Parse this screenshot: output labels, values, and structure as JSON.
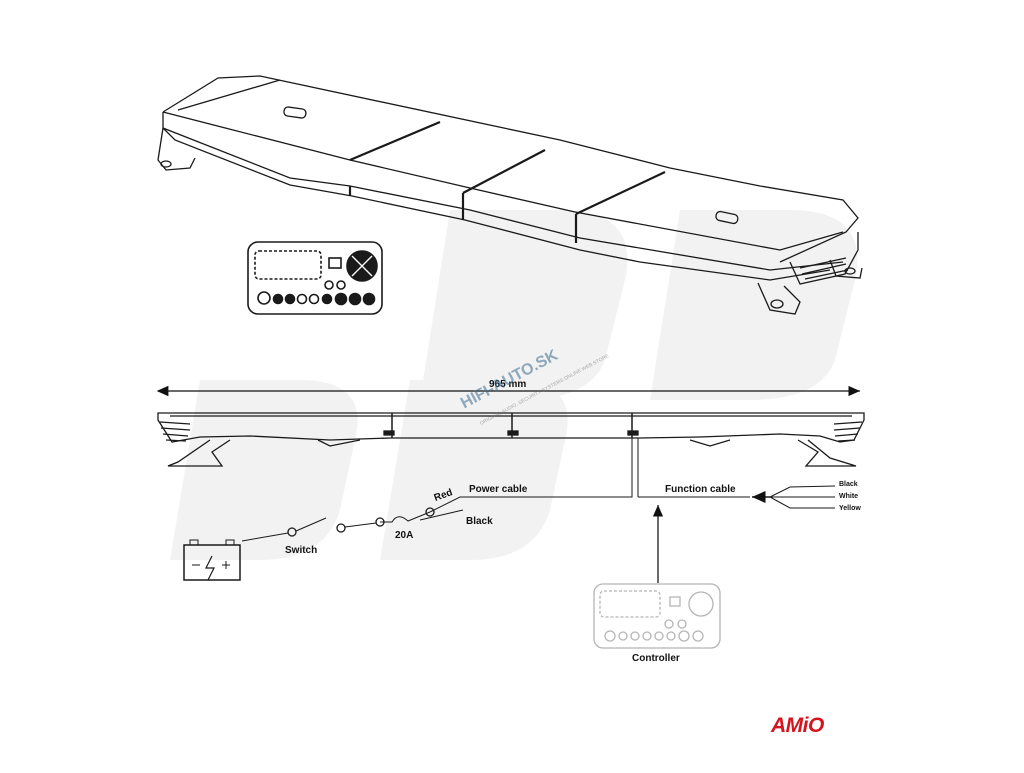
{
  "dimension_label": "965 mm",
  "labels": {
    "power_cable": "Power cable",
    "function_cable": "Function cable",
    "red": "Red",
    "black": "Black",
    "switch": "Switch",
    "fuse": "20A",
    "controller": "Controller"
  },
  "function_wires": [
    "Black",
    "White",
    "Yellow"
  ],
  "watermark": {
    "site": "HIFI-AUTO.SK",
    "tagline": "ORIGINAL AUDIO, SECURITY SYSTEMS ONLINE WEB STORE"
  },
  "brand": "AMiO",
  "colors": {
    "brand": "#d6141d",
    "watermark": "#3b6c8f",
    "line": "#1a1a1a"
  }
}
